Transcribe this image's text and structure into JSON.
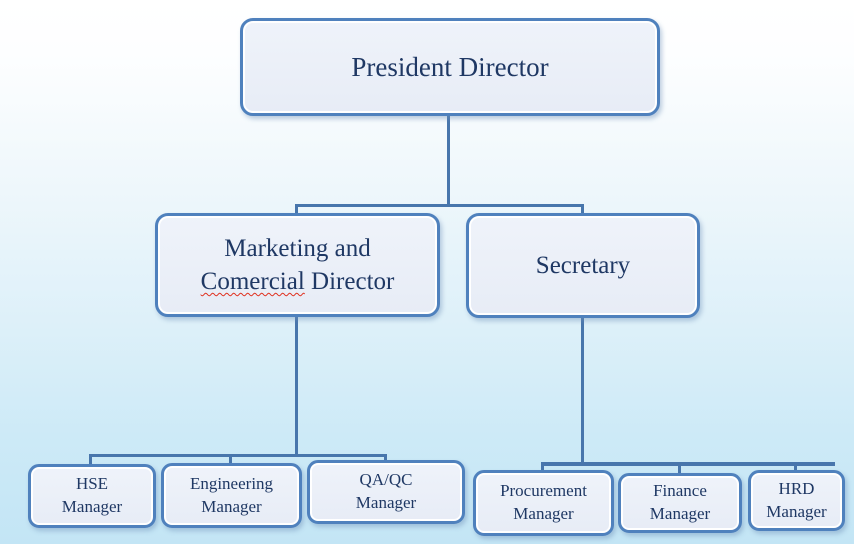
{
  "org": {
    "nodes": {
      "president": {
        "label": "President Director"
      },
      "marketing_director": {
        "line1": "Marketing and",
        "misspelled_word": "Comercial",
        "line2_rest": "Director"
      },
      "secretary": {
        "label": "Secretary"
      },
      "hse_manager": {
        "line1": "HSE",
        "line2": "Manager"
      },
      "engineering_manager": {
        "line1": "Engineering",
        "line2": "Manager"
      },
      "qaqc_manager": {
        "line1": "QA/QC",
        "line2": "Manager"
      },
      "procurement_manager": {
        "line1": "Procurement",
        "line2": "Manager"
      },
      "finance_manager": {
        "line1": "Finance",
        "line2": "Manager"
      },
      "hrd_manager": {
        "line1": "HRD",
        "line2": "Manager"
      }
    },
    "hierarchy": [
      {
        "parent": "President Director",
        "children": [
          "Marketing and Comercial Director",
          "Secretary"
        ]
      },
      {
        "parent": "Marketing and Comercial Director",
        "children": [
          "HSE Manager",
          "Engineering Manager",
          "QA/QC Manager"
        ]
      },
      {
        "parent": "Secretary",
        "children": [
          "Procurement Manager",
          "Finance Manager",
          "HRD Manager"
        ]
      }
    ],
    "colors": {
      "box_border": "#4f81bd",
      "box_fill": "#e9eef7",
      "box_inner_ring": "#ffffff",
      "text": "#1f3864",
      "connector": "#4876ac",
      "spellcheck_underline": "#e0301e",
      "background_top": "#ffffff",
      "background_bottom": "#c3e5f5"
    }
  }
}
